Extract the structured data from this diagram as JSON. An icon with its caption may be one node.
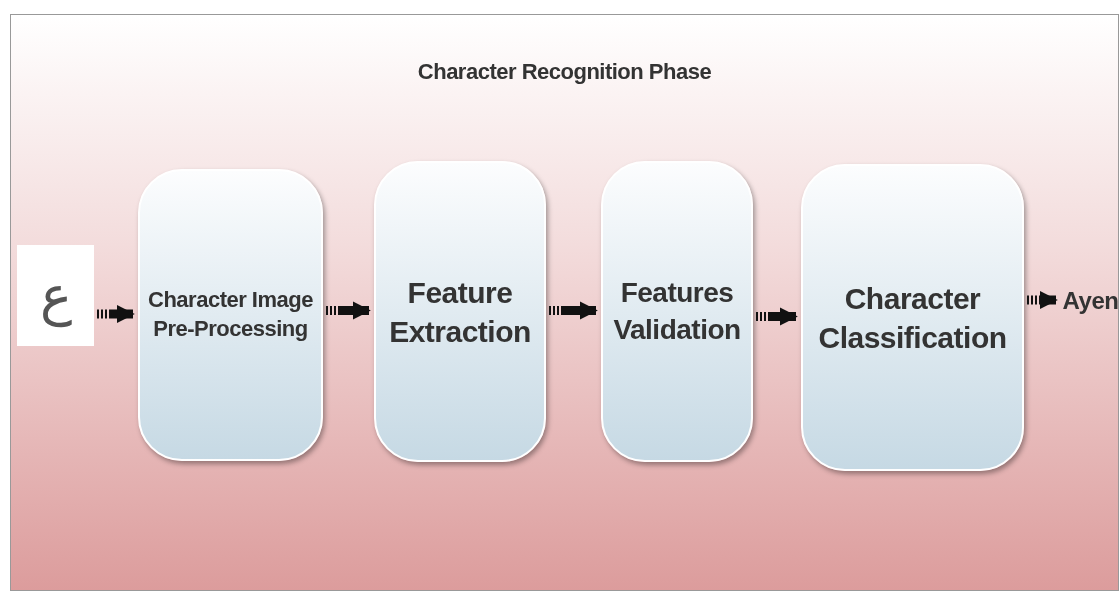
{
  "diagram": {
    "nodes": [
      {
        "text": [
          "Character Recognition Phase"
        ]
      },
      {
        "text": [
          "ع"
        ],
        "in": 0
      },
      {
        "text": [
          "Character Image Pre-Processing"
        ],
        "in": 0
      },
      {
        "text": [
          "Feature Extraction"
        ],
        "in": 0
      },
      {
        "text": [
          "Features Validation"
        ],
        "in": 0
      },
      {
        "text": [
          "Character Classification"
        ],
        "in": 0
      },
      {
        "text": [
          "Ayen"
        ],
        "in": 0
      }
    ],
    "edges": [
      {
        "from": 1,
        "to": 2,
        "arrow": "to"
      },
      {
        "from": 2,
        "to": 3,
        "arrow": "to"
      },
      {
        "from": 3,
        "to": 4,
        "arrow": "to"
      },
      {
        "from": 4,
        "to": 5,
        "arrow": "to"
      },
      {
        "from": 5,
        "to": 6,
        "arrow": "to"
      }
    ]
  }
}
